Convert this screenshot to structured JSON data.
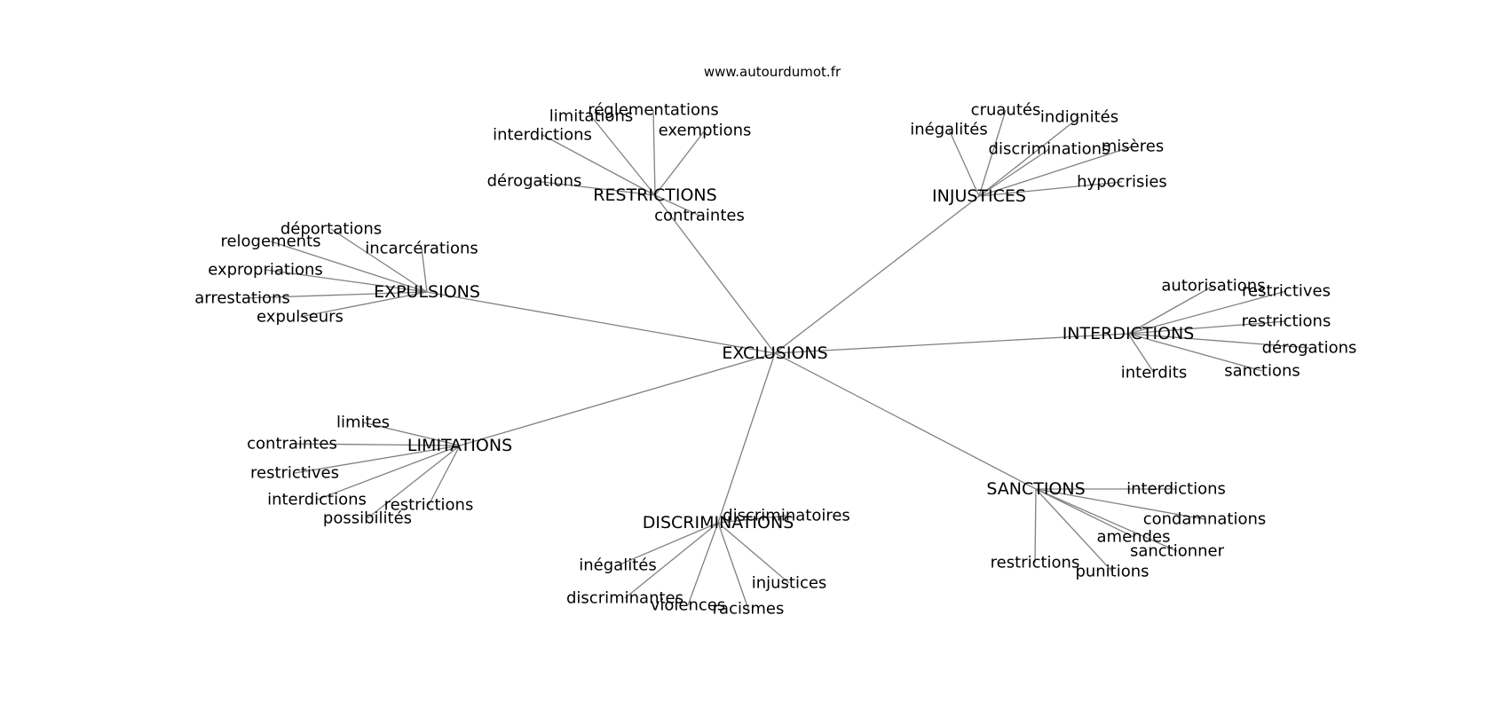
{
  "source": "www.autourdumot.fr",
  "colors": {
    "edge": "#808080",
    "text": "#000000",
    "background": "#ffffff"
  },
  "center": "EXCLUSIONS",
  "hubs": [
    {
      "id": "restrictions",
      "label": "RESTRICTIONS",
      "leaves": [
        "réglementations",
        "limitations",
        "interdictions",
        "exemptions",
        "dérogations",
        "contraintes"
      ]
    },
    {
      "id": "injustices",
      "label": "INJUSTICES",
      "leaves": [
        "cruautés",
        "indignités",
        "inégalités",
        "discriminations",
        "misères",
        "hypocrisies"
      ]
    },
    {
      "id": "expulsions",
      "label": "EXPULSIONS",
      "leaves": [
        "déportations",
        "relogements",
        "incarcérations",
        "expropriations",
        "arrestations",
        "expulseurs"
      ]
    },
    {
      "id": "interdictions",
      "label": "INTERDICTIONS",
      "leaves": [
        "autorisations",
        "restrictives",
        "restrictions",
        "dérogations",
        "sanctions",
        "interdits"
      ]
    },
    {
      "id": "limitations",
      "label": "LIMITATIONS",
      "leaves": [
        "limites",
        "contraintes",
        "restrictives",
        "interdictions",
        "restrictions",
        "possibilités"
      ]
    },
    {
      "id": "sanctions",
      "label": "SANCTIONS",
      "leaves": [
        "interdictions",
        "condamnations",
        "amendes",
        "sanctionner",
        "restrictions",
        "punitions"
      ]
    },
    {
      "id": "discriminations",
      "label": "DISCRIMINATIONS",
      "leaves": [
        "discriminatoires",
        "inégalités",
        "discriminantes",
        "violences",
        "racismes",
        "injustices"
      ]
    }
  ]
}
